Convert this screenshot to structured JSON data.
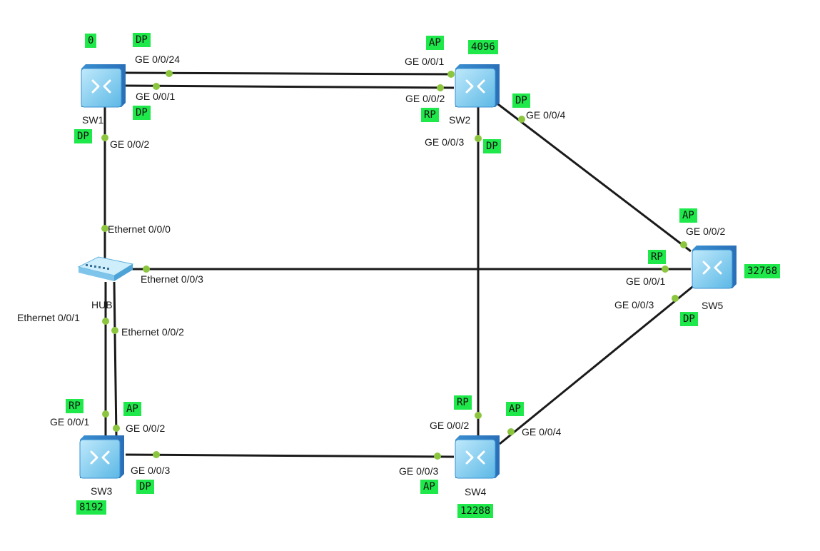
{
  "devices": {
    "sw1": {
      "name": "SW1",
      "priority": "0"
    },
    "sw2": {
      "name": "SW2",
      "priority": "4096"
    },
    "sw3": {
      "name": "SW3",
      "priority": "8192"
    },
    "sw4": {
      "name": "SW4",
      "priority": "12288"
    },
    "sw5": {
      "name": "SW5",
      "priority": "32768"
    },
    "hub": {
      "name": "HUB"
    }
  },
  "ports": {
    "sw1_g24": {
      "label": "GE 0/0/24",
      "role": "DP"
    },
    "sw1_g1": {
      "label": "GE 0/0/1",
      "role": "DP"
    },
    "sw1_g2": {
      "label": "GE 0/0/2",
      "role": "DP"
    },
    "sw2_g1": {
      "label": "GE 0/0/1",
      "role": "AP"
    },
    "sw2_g2": {
      "label": "GE 0/0/2",
      "role": "RP"
    },
    "sw2_g3": {
      "label": "GE 0/0/3",
      "role": "DP"
    },
    "sw2_g4": {
      "label": "GE 0/0/4",
      "role": "DP"
    },
    "sw5_g2": {
      "label": "GE 0/0/2",
      "role": "AP"
    },
    "sw5_g1": {
      "label": "GE 0/0/1",
      "role": "RP"
    },
    "sw5_g3": {
      "label": "GE 0/0/3",
      "role": "DP"
    },
    "sw3_g1": {
      "label": "GE 0/0/1",
      "role": "RP"
    },
    "sw3_g2": {
      "label": "GE 0/0/2",
      "role": "AP"
    },
    "sw3_g3": {
      "label": "GE 0/0/3",
      "role": "DP"
    },
    "sw4_g2": {
      "label": "GE 0/0/2",
      "role": "RP"
    },
    "sw4_g3": {
      "label": "GE 0/0/3",
      "role": "AP"
    },
    "sw4_g4": {
      "label": "GE 0/0/4",
      "role": "AP"
    },
    "hub_e0": {
      "label": "Ethernet 0/0/0"
    },
    "hub_e1": {
      "label": "Ethernet 0/0/1"
    },
    "hub_e2": {
      "label": "Ethernet 0/0/2"
    },
    "hub_e3": {
      "label": "Ethernet 0/0/3"
    }
  },
  "colors": {
    "tag": "#1ee84a",
    "link": "#1a1a1a",
    "port_dot": "#8cc63f",
    "switch": "#6fc6ee"
  }
}
